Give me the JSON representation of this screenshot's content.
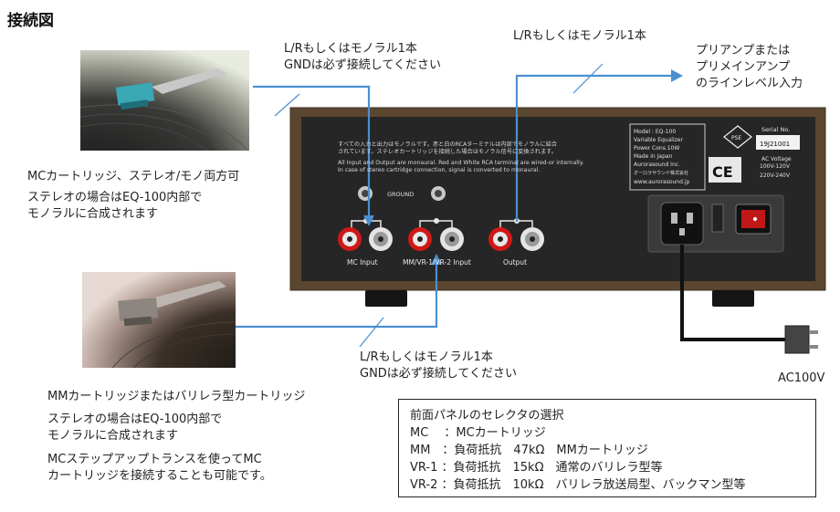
{
  "title": "接続図",
  "notes": {
    "mc_lr_1": "L/Rもしくはモノラル1本",
    "mc_lr_2": "GNDは必ず接続してください",
    "out_lr": "L/Rもしくはモノラル1本",
    "preamp_1": "プリアンプまたは",
    "preamp_2": "プリメインアンプ",
    "preamp_3": "のラインレベル入力",
    "mm_lr_1": "L/Rもしくはモノラル1本",
    "mm_lr_2": "GNDは必ず接続してください",
    "ac": "AC100V"
  },
  "mc_caption": {
    "l1": "MCカートリッジ、ステレオ/モノ両方可",
    "l2": "ステレオの場合はEQ-100内部で",
    "l3": "モノラルに合成されます"
  },
  "mm_caption": {
    "l1": "MMカートリッジまたはバリレラ型カートリッジ",
    "l2": "ステレオの場合はEQ-100内部で",
    "l3": "モノラルに合成されます",
    "l4": "MCステップアップトランスを使ってMC",
    "l5": "カートリッジを接続することも可能です。"
  },
  "panel": {
    "jp_1": "すべての入力と出力はモノラルです。赤と白のRCAターミナルは内部でモノラルに結合",
    "jp_2": "されています。ステレオカートリッジを接続した場合はモノラル信号に変換されます。",
    "en_1": "All Input and Output are monaural. Red and White RCA terminal are wired-or internally.",
    "en_2": "In case of stereo cartridge connection, signal is converted to monaural.",
    "ground": "GROUND",
    "mc_input": "MC Input",
    "mm_input": "MM/VR-1/VR-2 Input",
    "output": "Output",
    "model": "Model : EQ-100",
    "m2": "Variable Equalizer",
    "m3": "Power Cons.10W",
    "m4": "Made in Japan",
    "m5": "Aurorasound Inc.",
    "m6": "オーロラサウンド株式会社",
    "m7": "www.aurorasound.jp",
    "pse": "PSE",
    "ce": "CE",
    "serial_label": "Serial No.",
    "serial_value": "19J21001",
    "acv_1": "AC Voltage",
    "acv_2": "100V-120V",
    "acv_3": "220V-240V"
  },
  "selector": {
    "title": "前面パネルのセレクタの選択",
    "rows": [
      "MC　 ：MCカートリッジ",
      "MM　：負荷抵抗　47kΩ　MMカートリッジ",
      "VR-1 ：負荷抵抗　15kΩ　通常のバリレラ型等",
      "VR-2 ：負荷抵抗　10kΩ　バリレラ放送局型、バックマン型等"
    ]
  },
  "colors": {
    "cable": "#4a90d0",
    "panel": "#262626",
    "wood": "#5b4630",
    "rca_red": "#d01818"
  }
}
